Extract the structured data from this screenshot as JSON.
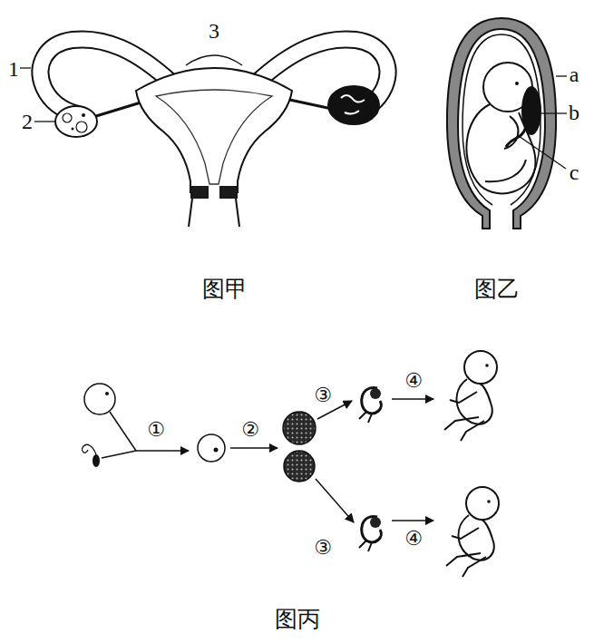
{
  "diagram": {
    "labels": [
      "3",
      "1",
      "2",
      "a",
      "b",
      "c",
      "图甲",
      "图乙",
      "①",
      "②",
      "③",
      "④",
      "③",
      "④",
      "图丙"
    ]
  }
}
